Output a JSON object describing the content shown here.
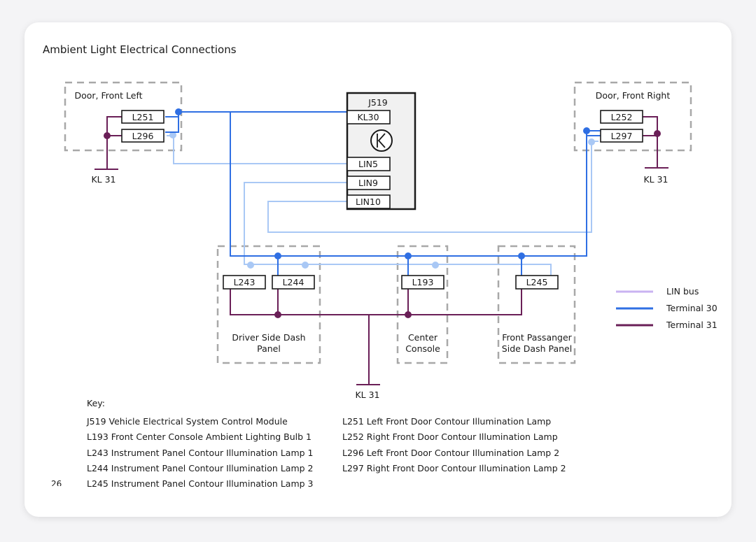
{
  "page": {
    "title": "Ambient Light Electrical Connections",
    "page_number": "26"
  },
  "colors": {
    "lin_bus": "#a9c8f5",
    "terminal_30": "#2f6fe3",
    "terminal_31": "#6a1f57",
    "zone_border": "#a8a8a8",
    "module_border": "#1a1a1a"
  },
  "icons": {
    "control_symbol": "k-circle-icon"
  },
  "zones": {
    "door_front_left": "Door, Front Left",
    "door_front_right": "Door, Front Right",
    "driver_dash_line1": "Driver Side Dash",
    "driver_dash_line2": "Panel",
    "center_console_line1": "Center",
    "center_console_line2": "Console",
    "passenger_dash_line1": "Front Passanger",
    "passenger_dash_line2": "Side Dash Panel"
  },
  "module": {
    "name": "J519",
    "pins": {
      "kl30": "KL30",
      "lin5": "LIN5",
      "lin9": "LIN9",
      "lin10": "LIN10"
    }
  },
  "lamps": {
    "l251": "L251",
    "l296": "L296",
    "l252": "L252",
    "l297": "L297",
    "l243": "L243",
    "l244": "L244",
    "l193": "L193",
    "l245": "L245"
  },
  "grounds": {
    "left": "KL 31",
    "right": "KL 31",
    "bottom": "KL 31"
  },
  "legend": {
    "lin_bus": "LIN bus",
    "terminal_30": "Terminal 30",
    "terminal_31": "Terminal 31"
  },
  "key": {
    "heading": "Key:",
    "left": [
      "J519 Vehicle Electrical System Control Module",
      "L193 Front Center Console Ambient Lighting Bulb 1",
      "L243 Instrument Panel Contour Illumination Lamp 1",
      "L244 Instrument Panel Contour Illumination Lamp 2",
      "L245 Instrument Panel Contour Illumination Lamp 3"
    ],
    "right": [
      "L251 Left Front Door Contour Illumination Lamp",
      "L252 Right Front Door Contour Illumination Lamp",
      "L296 Left Front Door Contour Illumination Lamp 2",
      "L297 Right Front Door Contour Illumination Lamp 2"
    ]
  }
}
